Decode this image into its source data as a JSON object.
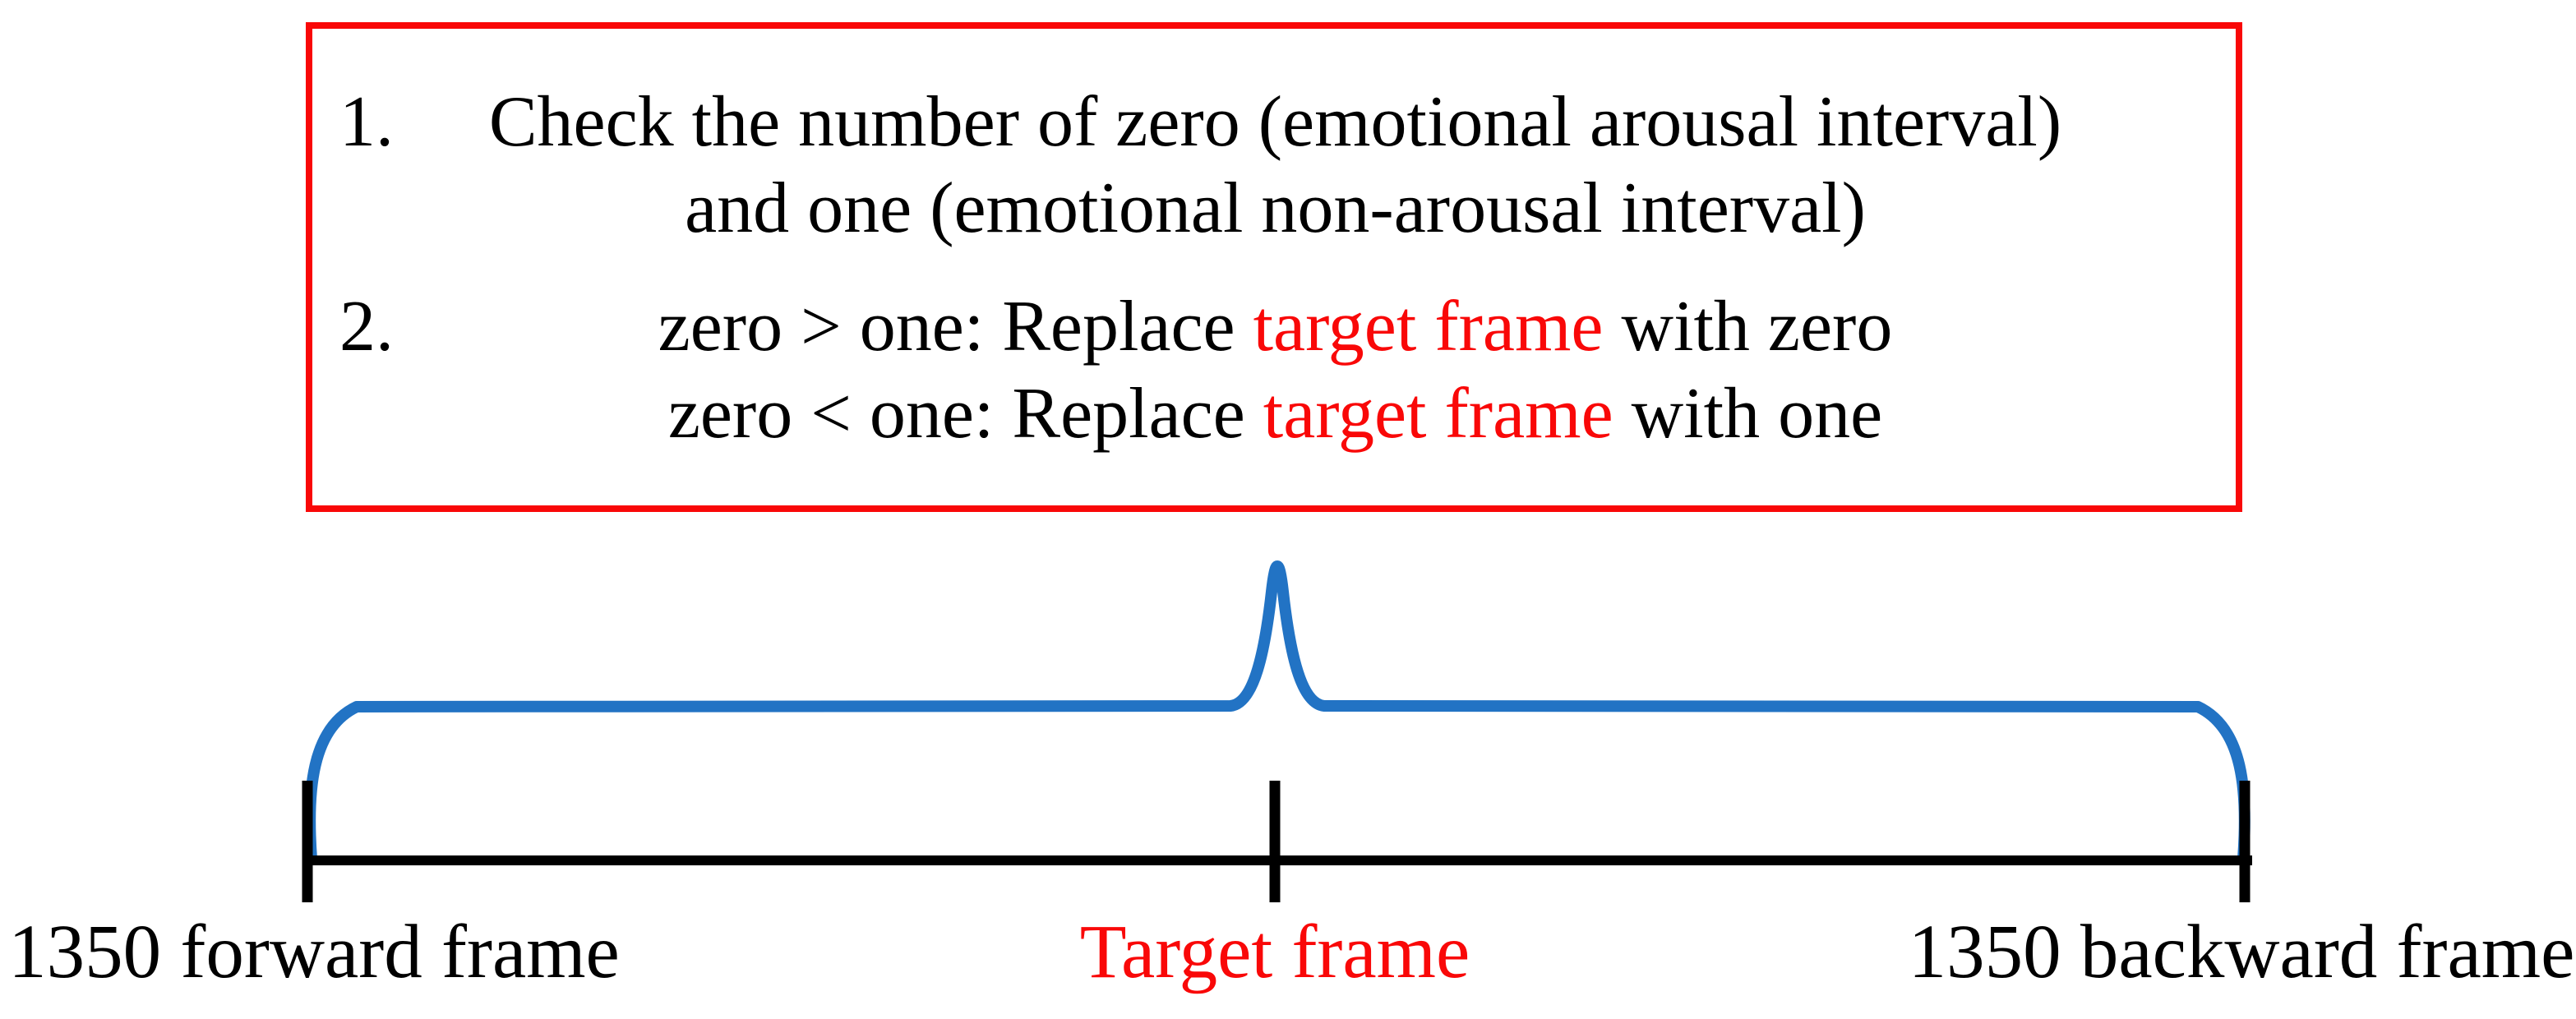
{
  "figure": {
    "instruction_box": {
      "item1_number": "1.",
      "item1_line1": "Check the number of zero (emotional arousal interval)",
      "item1_line2": "and one (emotional non-arousal interval)",
      "item2_number": "2.",
      "item2_line1_pre": "zero > one: Replace ",
      "item2_line1_red": "target frame",
      "item2_line1_post": " with zero",
      "item2_line2_pre": "zero < one: Replace ",
      "item2_line2_red": "target frame",
      "item2_line2_post": " with one"
    },
    "timeline": {
      "left_label": "1350 forward frame",
      "center_label": "Target frame",
      "right_label": "1350 backward frame"
    },
    "colors": {
      "accent_red": "#f90808",
      "brace_blue": "#2273c4",
      "line_black": "#000000"
    }
  }
}
